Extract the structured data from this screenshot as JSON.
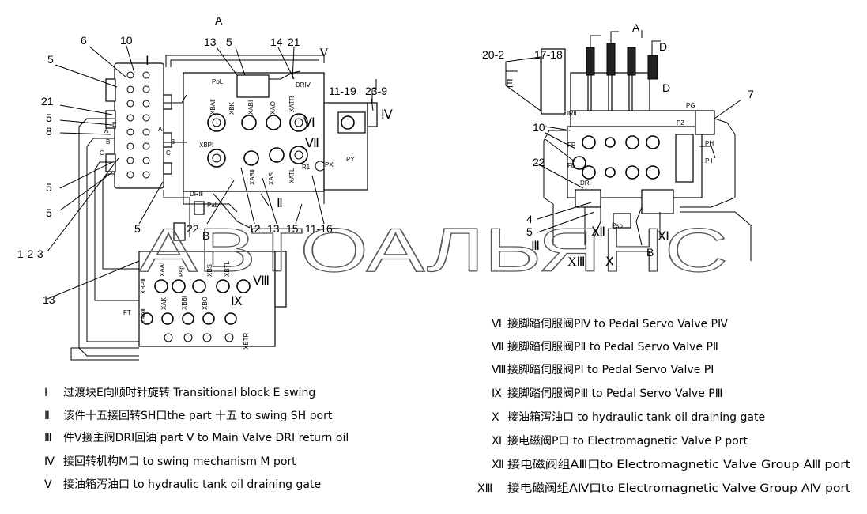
{
  "labels": {
    "top": [
      "A",
      "A"
    ],
    "left_view": [
      "6",
      "10",
      "13",
      "5",
      "14",
      "21",
      "V",
      "5",
      "21",
      "5",
      "8",
      "5",
      "5",
      "1-2-3",
      "13",
      "5",
      "22",
      "12",
      "13",
      "15",
      "11-16",
      "11-19",
      "23-9",
      "PbL",
      "DRⅣ",
      "DRⅢ",
      "PaL",
      "FT",
      "PX",
      "PY",
      "R1",
      "A",
      "A",
      "B",
      "B",
      "C",
      "C",
      "B",
      "E"
    ],
    "right_view": [
      "20-2",
      "17-18",
      "E",
      "D",
      "D",
      "7",
      "10",
      "22",
      "4",
      "5",
      "B",
      "X",
      "PG",
      "PZ",
      "PH",
      "P I",
      "DRⅡ",
      "DRⅠ",
      "FR",
      "FL",
      "Psp"
    ]
  },
  "port_labels_left": [
    "XBAⅡ",
    "XBK",
    "XABⅠ",
    "XAO",
    "XATR",
    "XBPⅠ",
    "XABⅡ",
    "XAS",
    "XATL",
    "XBPⅡ",
    "XAAⅠ",
    "Psp",
    "XBS",
    "XBTL",
    "XAAⅡ",
    "XAK",
    "XBBⅠ",
    "XBO",
    "XBTR"
  ],
  "roman_in_figure": [
    "Ⅰ",
    "Ⅱ",
    "Ⅳ",
    "Ⅵ",
    "Ⅶ",
    "Ⅷ",
    "Ⅸ",
    "Ⅲ",
    "Ⅻ",
    "XⅢ",
    "Ⅹ",
    "Ⅺ"
  ],
  "legend_left": [
    {
      "num": "Ⅰ",
      "text": "过渡块E向顺时针旋转  Transitional block E swing"
    },
    {
      "num": "Ⅱ",
      "text": "该件十五接回转SH口the part 十五 to swing SH port"
    },
    {
      "num": "Ⅲ",
      "text": "件Ⅴ接主阀DRⅠ回油 part Ⅴ to Main Valve DRⅠ  return oil"
    },
    {
      "num": "Ⅳ",
      "text": "接回转机构M口   to swing mechanism M port"
    },
    {
      "num": "Ⅴ",
      "text": "接油箱泻油口  to hydraulic tank oil draining gate"
    }
  ],
  "legend_right": [
    {
      "num": "Ⅵ",
      "text": "接脚踏伺服阀PⅣ to Pedal Servo Valve PⅣ"
    },
    {
      "num": "Ⅶ",
      "text": "接脚踏伺服阀PⅡ  to Pedal Servo Valve PⅡ"
    },
    {
      "num": "Ⅷ",
      "text": "接脚踏伺服阀PⅠ  to Pedal Servo Valve PⅠ"
    },
    {
      "num": "Ⅸ",
      "text": "接脚踏伺服阀PⅢ  to Pedal Servo Valve PⅢ"
    },
    {
      "num": "Ⅹ",
      "text": "接油箱泻油口  to hydraulic tank oil draining gate"
    },
    {
      "num": "Ⅺ",
      "text": "接电磁阀P口   to Electromagnetic Valve P port"
    },
    {
      "num": "Ⅻ",
      "text": "接电磁阀组AⅢ口to Electromagnetic Valve Group AⅢ port"
    },
    {
      "num": "XⅢ",
      "text": "接电磁阀组AⅣ口to Electromagnetic Valve Group AⅣ port"
    }
  ],
  "watermark": "АВТОАЛЬЯНС"
}
